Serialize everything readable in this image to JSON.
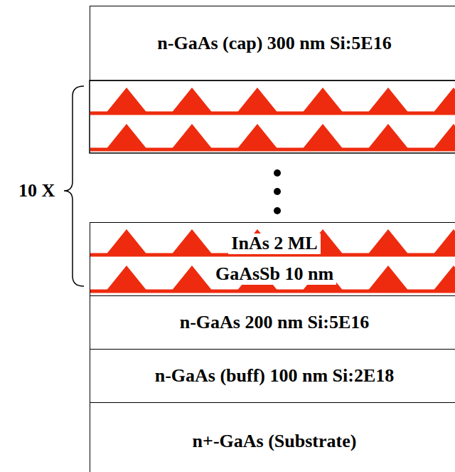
{
  "diagram": {
    "nodes": [
      {
        "text": [
          "n-GaAs (cap) 300 nm Si:5E16"
        ]
      },
      {
        "text": [
          "InAs 2 ML",
          "GaAsSb 10 nm"
        ]
      },
      {
        "text": [
          "n-GaAs 200 nm Si:5E16"
        ]
      },
      {
        "text": [
          "n-GaAs (buff) 100 nm Si:2E18"
        ]
      },
      {
        "text": [
          "n+-GaAs (Substrate)"
        ]
      }
    ],
    "labels": [
      "10 X"
    ]
  }
}
